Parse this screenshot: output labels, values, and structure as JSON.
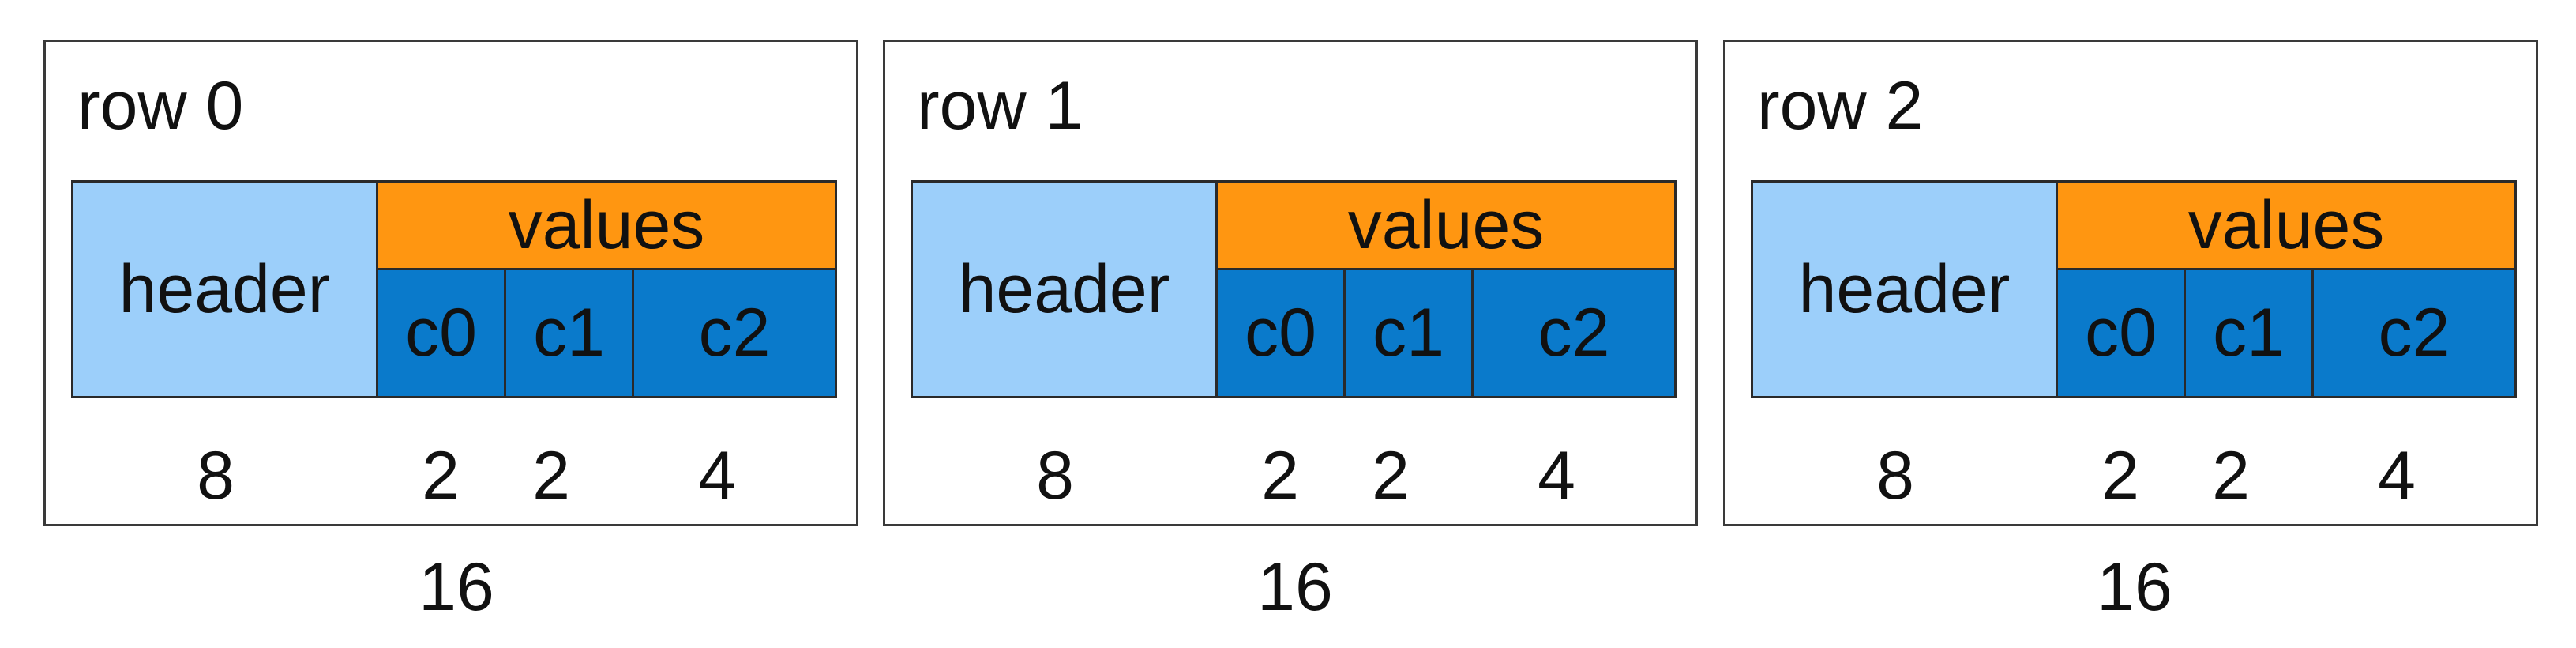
{
  "rows": [
    {
      "title": "row 0",
      "header_label": "header",
      "values_label": "values",
      "columns": [
        "c0",
        "c1",
        "c2"
      ],
      "sizes": {
        "header": "8",
        "c0": "2",
        "c1": "2",
        "c2": "4"
      },
      "total": "16"
    },
    {
      "title": "row 1",
      "header_label": "header",
      "values_label": "values",
      "columns": [
        "c0",
        "c1",
        "c2"
      ],
      "sizes": {
        "header": "8",
        "c0": "2",
        "c1": "2",
        "c2": "4"
      },
      "total": "16"
    },
    {
      "title": "row 2",
      "header_label": "header",
      "values_label": "values",
      "columns": [
        "c0",
        "c1",
        "c2"
      ],
      "sizes": {
        "header": "8",
        "c0": "2",
        "c1": "2",
        "c2": "4"
      },
      "total": "16"
    }
  ],
  "colors": {
    "header": "#9ccffa",
    "values": "#ff9611",
    "columns": "#0a7acb",
    "border": "#2a2a2a"
  }
}
